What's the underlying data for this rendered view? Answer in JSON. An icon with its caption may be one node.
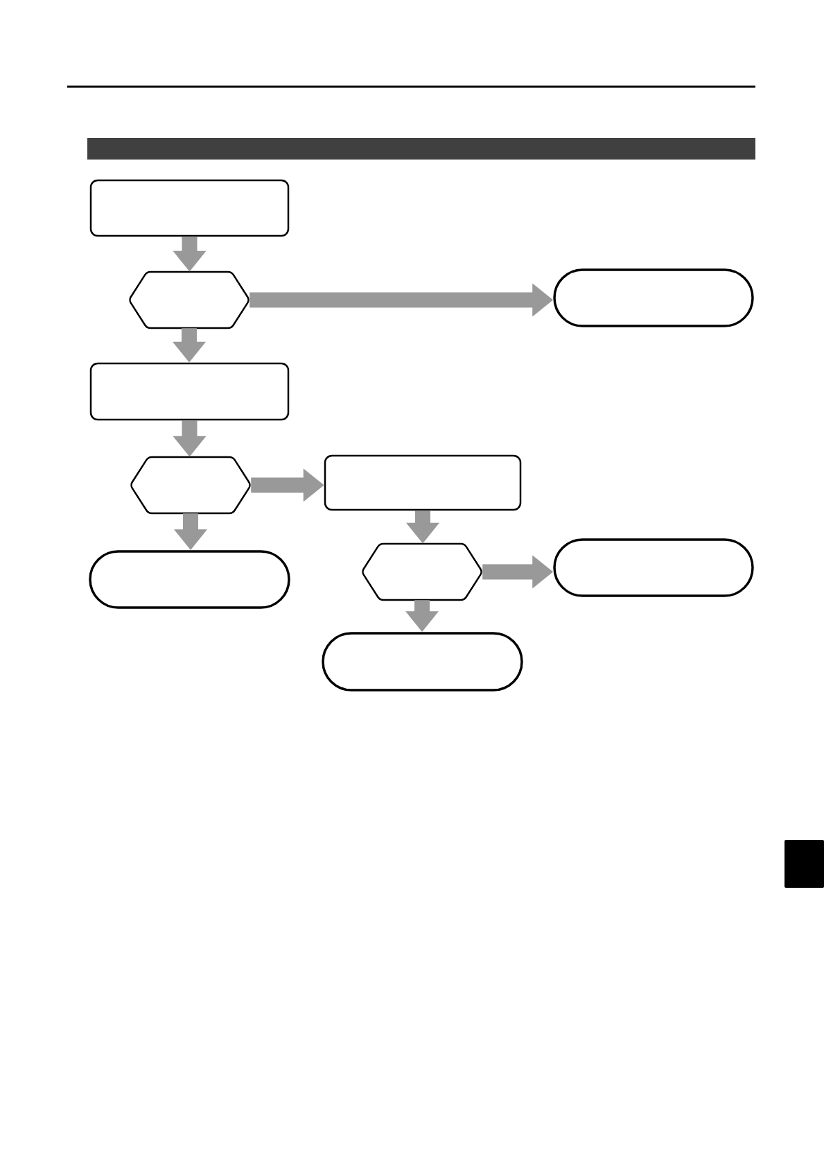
{
  "diagram": {
    "nodes": [
      {
        "text": [],
        "shape": "bar"
      },
      {
        "text": [],
        "shape": "box"
      },
      {
        "text": [],
        "shape": "hexagon"
      },
      {
        "text": [],
        "shape": "capsule"
      },
      {
        "text": [],
        "shape": "box"
      },
      {
        "text": [],
        "shape": "hexagon"
      },
      {
        "text": [],
        "shape": "box"
      },
      {
        "text": [],
        "shape": "capsule"
      },
      {
        "text": [],
        "shape": "hexagon"
      },
      {
        "text": [],
        "shape": "capsule"
      },
      {
        "text": [],
        "shape": "capsule"
      }
    ],
    "edges": [
      {
        "from": 1,
        "to": 2,
        "arrow": "to"
      },
      {
        "from": 2,
        "to": 3,
        "arrow": "to"
      },
      {
        "from": 2,
        "to": 4,
        "arrow": "to"
      },
      {
        "from": 4,
        "to": 5,
        "arrow": "to"
      },
      {
        "from": 5,
        "to": 6,
        "arrow": "to"
      },
      {
        "from": 5,
        "to": 7,
        "arrow": "to"
      },
      {
        "from": 6,
        "to": 8,
        "arrow": "to"
      },
      {
        "from": 8,
        "to": 9,
        "arrow": "to"
      },
      {
        "from": 8,
        "to": 10,
        "arrow": "to"
      }
    ]
  }
}
